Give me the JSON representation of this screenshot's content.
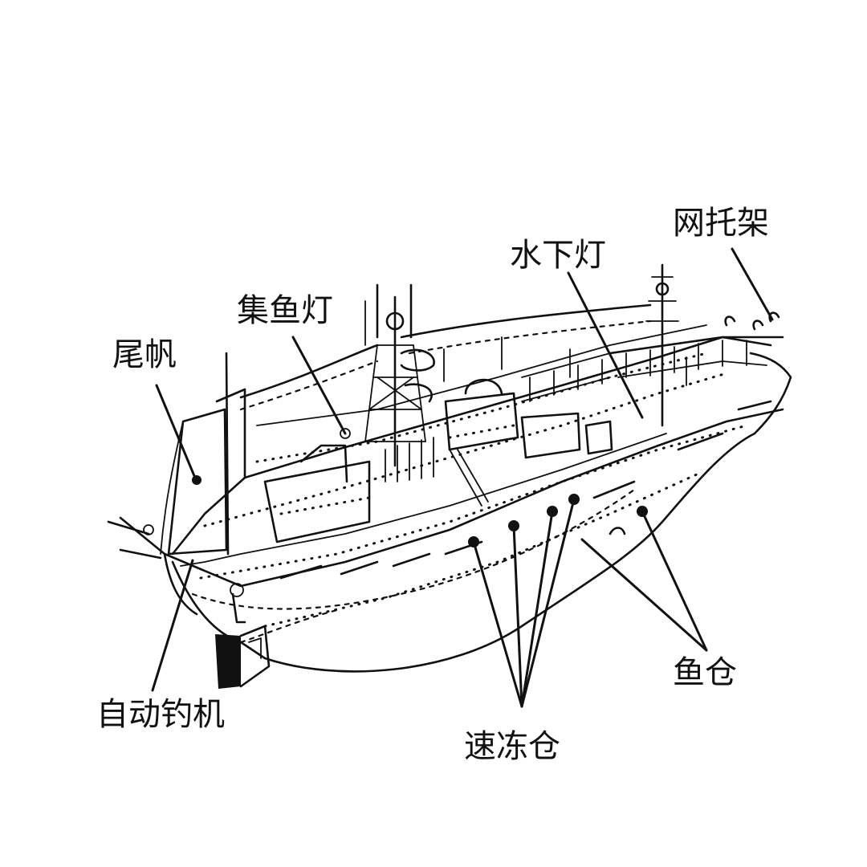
{
  "labels": {
    "stern_sail": "尾帆",
    "fish_gathering_light": "集鱼灯",
    "underwater_light": "水下灯",
    "net_rack": "网托架",
    "auto_jigging_machine": "自动钓机",
    "quick_freeze_hold": "速冻仓",
    "fish_hold": "鱼仓"
  },
  "colors": {
    "ink": "#111111",
    "background": "#ffffff"
  }
}
